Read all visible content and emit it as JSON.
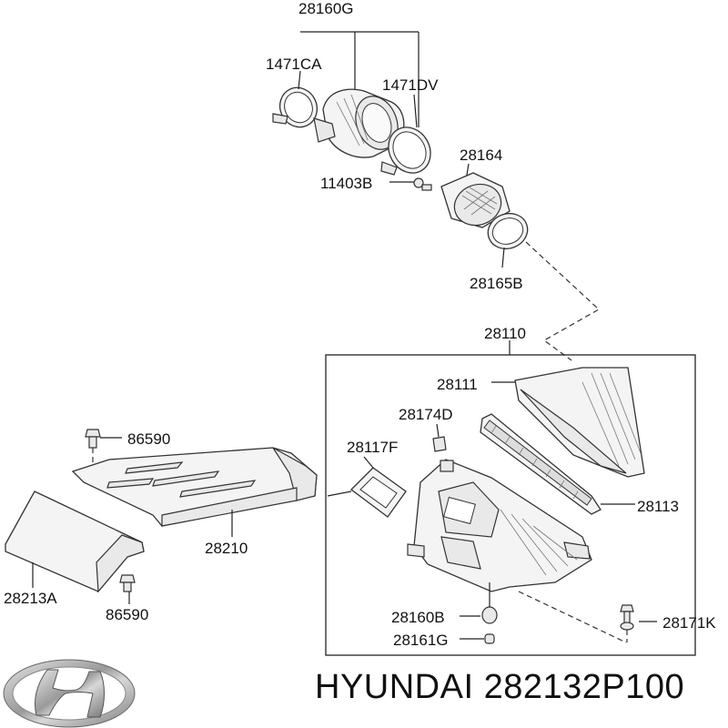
{
  "labels": {
    "l28160G": "28160G",
    "l1471CA": "1471CA",
    "l1471DV": "1471DV",
    "l28164": "28164",
    "l11403B": "11403B",
    "l28165B": "28165B",
    "l28110": "28110",
    "l28111": "28111",
    "l28174D": "28174D",
    "l28117F": "28117F",
    "l28113": "28113",
    "l86590a": "86590",
    "l28210": "28210",
    "l28213A": "28213A",
    "l86590b": "86590",
    "l28160B": "28160B",
    "l28161G": "28161G",
    "l28171K": "28171K"
  },
  "brand": {
    "caption": "HYUNDAI 282132P100",
    "logo_icon": "hyundai-logo-icon"
  }
}
